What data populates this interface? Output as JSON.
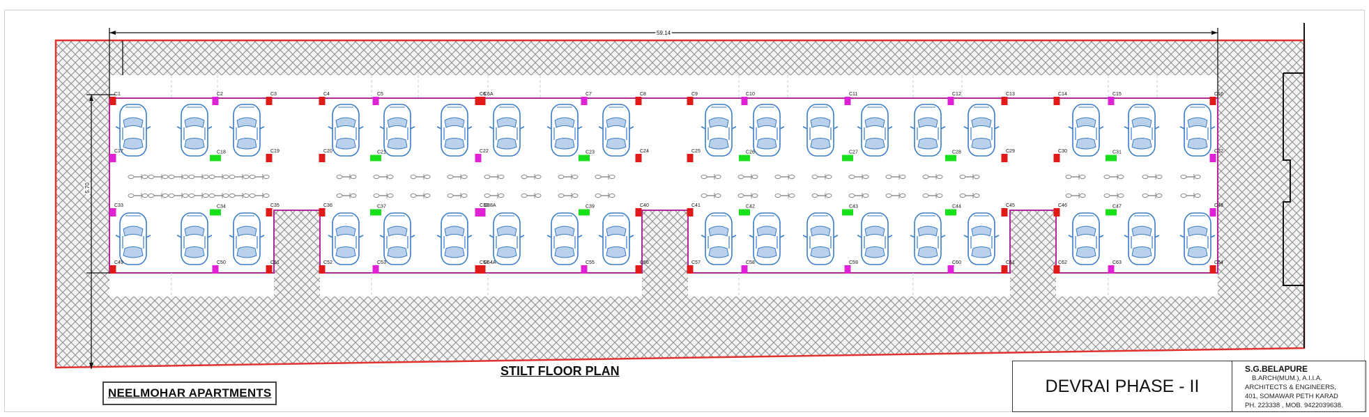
{
  "drawing": {
    "project_name": "NEELMOHAR APARTMENTS",
    "plan_title": "STILT FLOOR PLAN",
    "overall_dimension": "59.14",
    "side_dimension": "5.70",
    "colors": {
      "boundary": "#e0322f",
      "inner_wall": "#b0289a",
      "car": "#3a7cc6",
      "column_red": "#e01919",
      "column_magenta": "#e022d6",
      "column_green": "#18e01a",
      "hatch": "#8e8e8e",
      "dimension": "#111111"
    },
    "columns": {
      "top_row": [
        "C1",
        "C2",
        "C3",
        "C4",
        "C5",
        "C6",
        "C6A",
        "C7",
        "C8",
        "C9",
        "C10",
        "C11",
        "C12",
        "C13",
        "C14",
        "C15",
        "C16"
      ],
      "upper_mid_row": [
        "C17",
        "C18",
        "C19",
        "C20",
        "C21",
        "C22",
        "C23",
        "C24",
        "C25",
        "C26",
        "C27",
        "C28",
        "C29",
        "C30",
        "C31",
        "C32"
      ],
      "lower_mid_row": [
        "C33",
        "C34",
        "C35",
        "C36",
        "C37",
        "C38",
        "C38A",
        "C39",
        "C40",
        "C41",
        "C42",
        "C43",
        "C44",
        "C45",
        "C46",
        "C47",
        "C48"
      ],
      "bottom_row": [
        "C49",
        "C50",
        "C51",
        "C52",
        "C53",
        "C54",
        "C54A",
        "C55",
        "C56",
        "C57",
        "C58",
        "C59",
        "C60",
        "C61",
        "C62",
        "C63",
        "C64"
      ]
    }
  },
  "title_block": {
    "project": "DEVRAI PHASE - II",
    "firm_name": "S.G.BELAPURE",
    "qualification": "B.ARCH(MUM.), A.I.I.A.",
    "firm_type": "ARCHITECTS & ENGINEERS,",
    "address": "401, SOMAWAR PETH KARAD",
    "phone": "PH. 223338 , MOB. 9422039638."
  }
}
